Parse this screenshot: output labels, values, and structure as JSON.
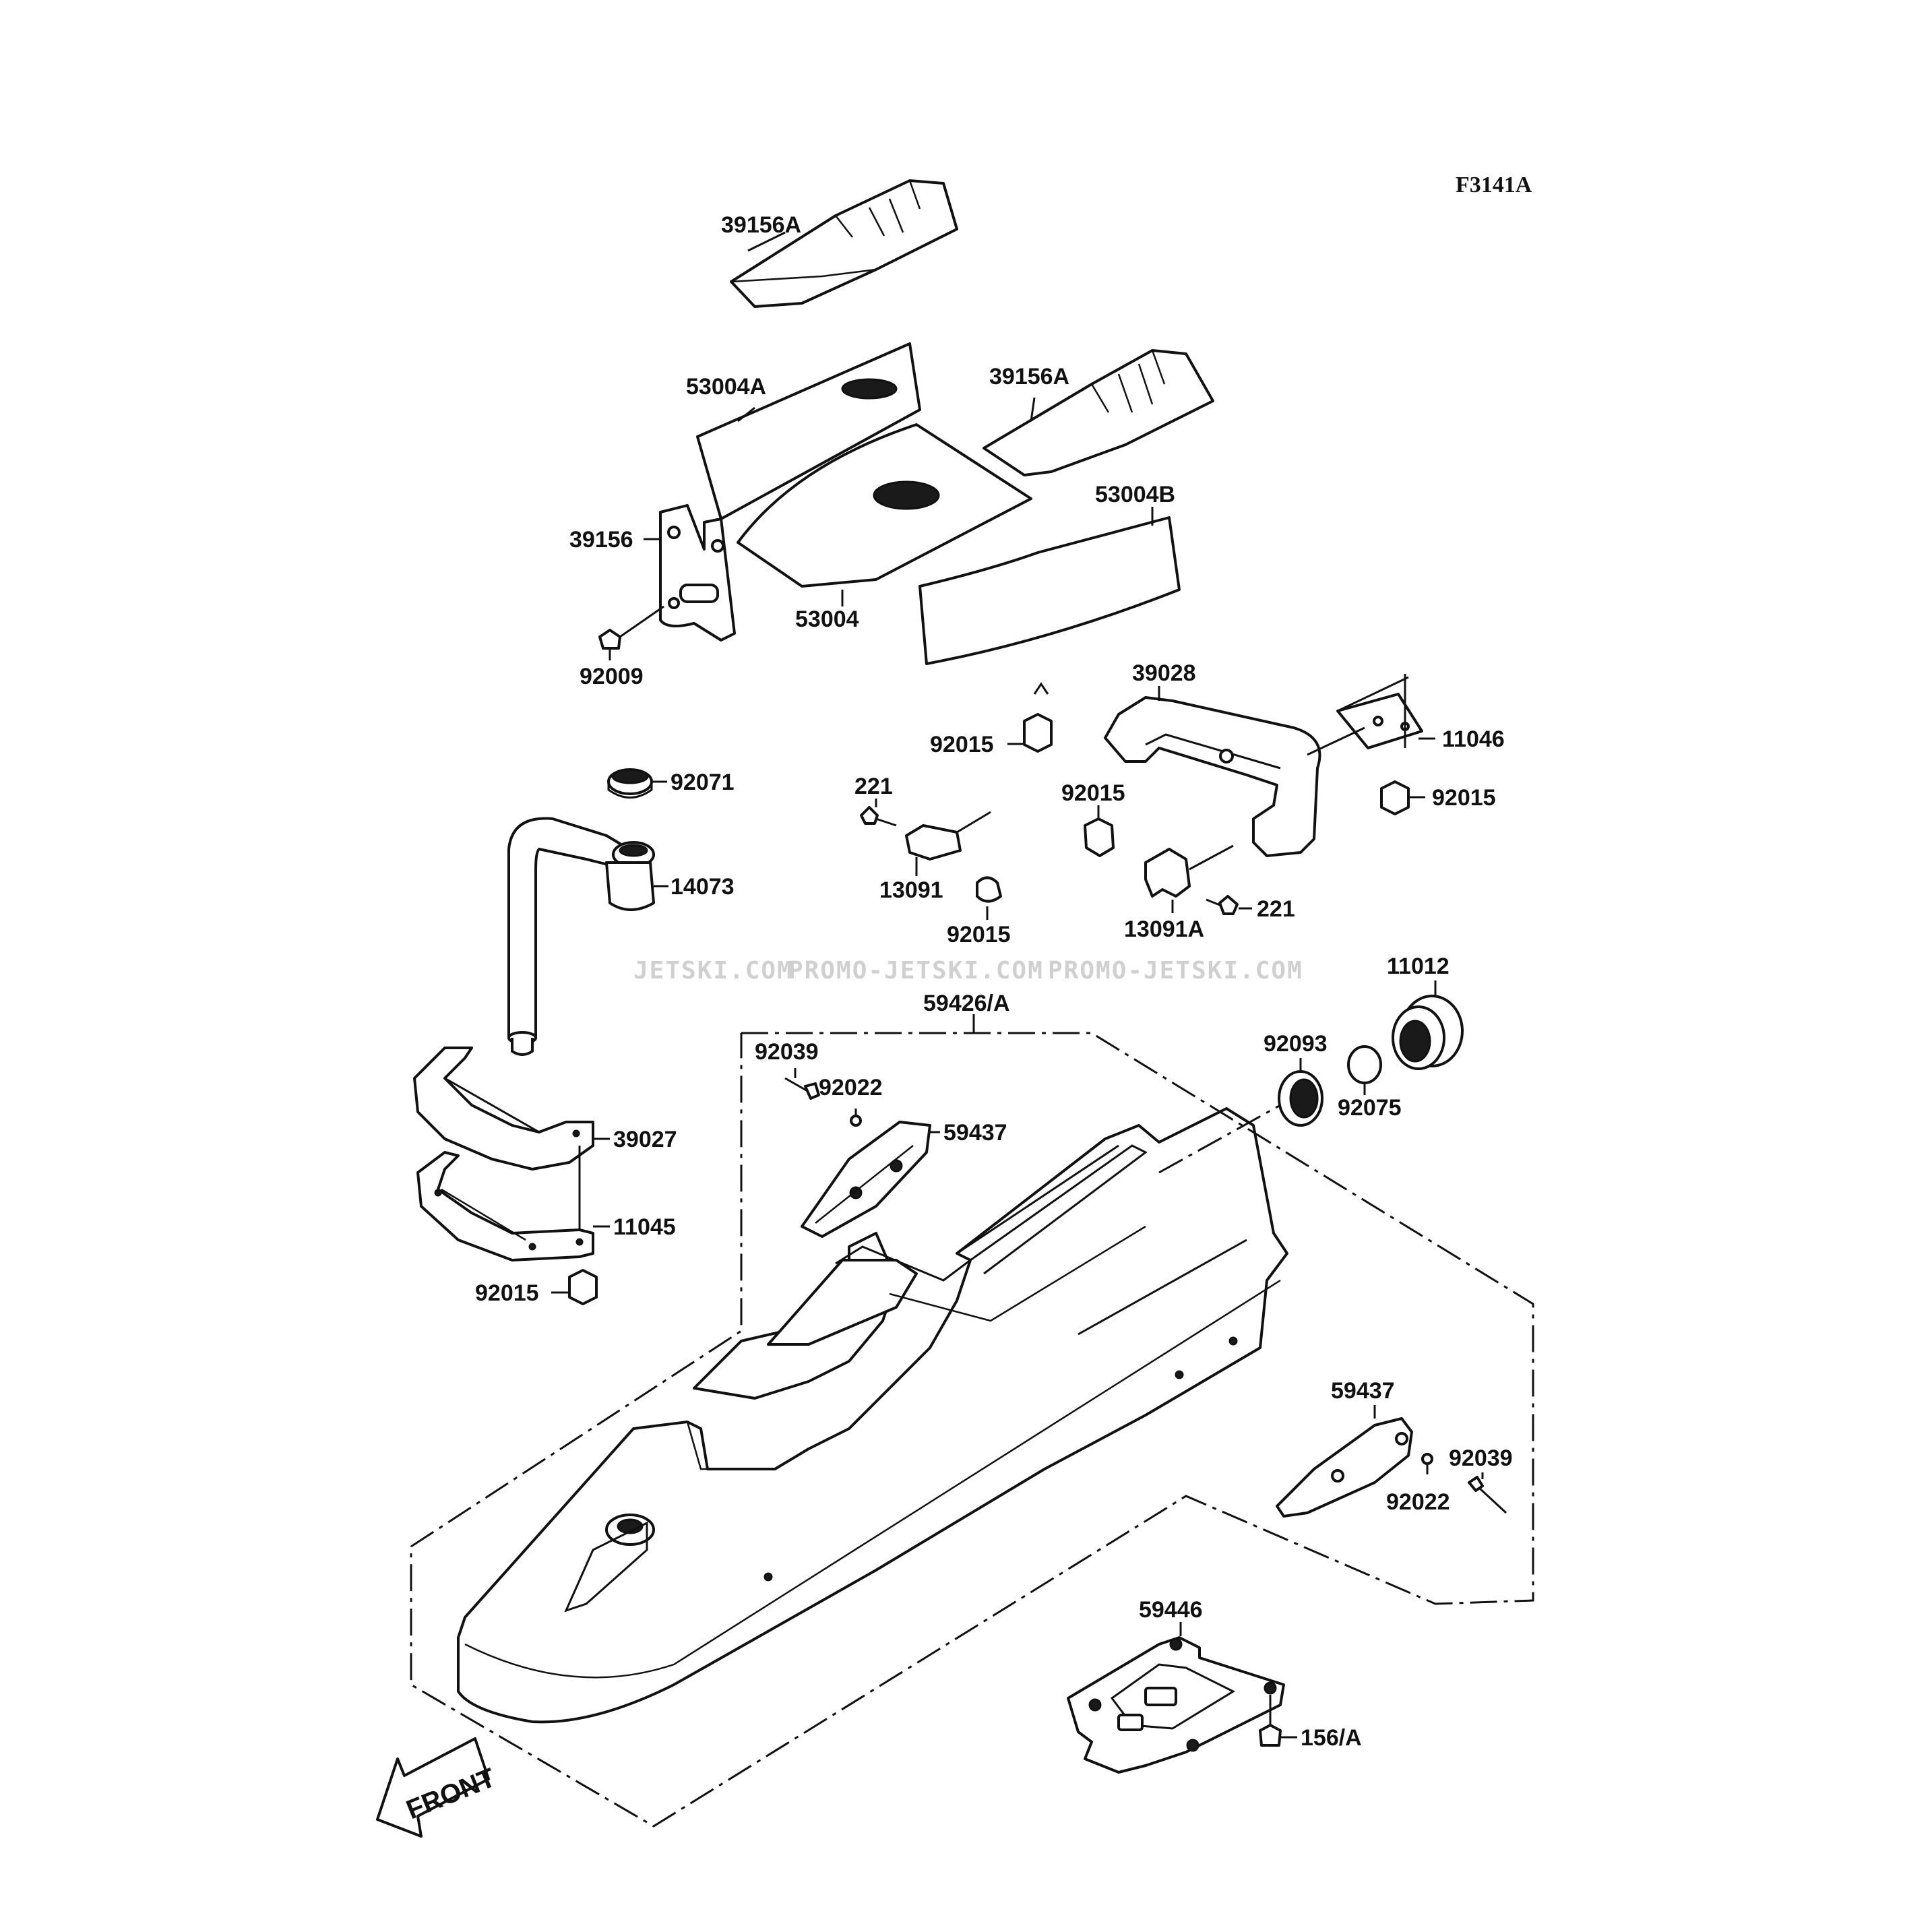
{
  "diagram_code": "F3141A",
  "watermark": [
    "JETSKI.COM",
    "PROMO-JETSKI.COM",
    "PROMO-JETSKI.COM"
  ],
  "front_arrow_label": "FRONT",
  "parts": {
    "p39156A_top": "39156A",
    "p53004A": "53004A",
    "p39156A_right": "39156A",
    "p53004B": "53004B",
    "p39156": "39156",
    "p53004": "53004",
    "p92009": "92009",
    "p39028": "39028",
    "p92015_a": "92015",
    "p11046": "11046",
    "p92015_b": "92015",
    "p92071": "92071",
    "p221_a": "221",
    "p92015_c": "92015",
    "p14073": "14073",
    "p13091": "13091",
    "p92015_d": "92015",
    "p13091A": "13091A",
    "p221_b": "221",
    "p11012": "11012",
    "p59426A": "59426/A",
    "p92093": "92093",
    "p92039_a": "92039",
    "p92022_a": "92022",
    "p92075": "92075",
    "p59437_a": "59437",
    "p39027": "39027",
    "p11045": "11045",
    "p92015_e": "92015",
    "p59437_b": "59437",
    "p92039_b": "92039",
    "p92022_b": "92022",
    "p59446": "59446",
    "p156A": "156/A"
  }
}
